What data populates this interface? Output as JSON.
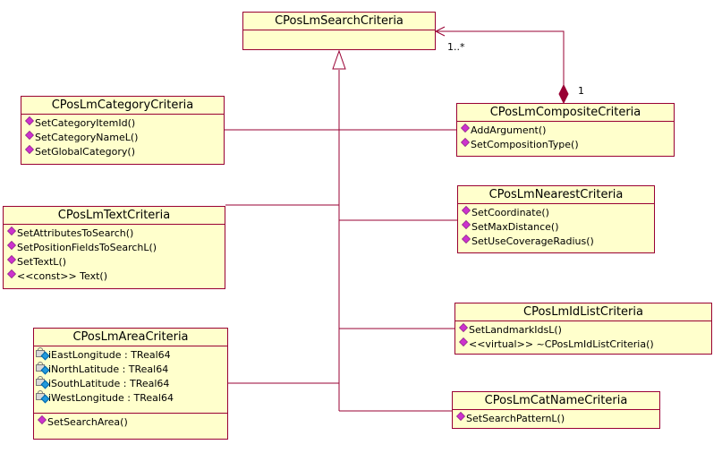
{
  "diagram": {
    "classes": [
      {
        "id": "search",
        "name": "CPosLmSearchCriteria",
        "sections": []
      },
      {
        "id": "category",
        "name": "CPosLmCategoryCriteria",
        "sections": [
          {
            "kind": "ops",
            "items": [
              "SetCategoryItemId()",
              "SetCategoryNameL()",
              "SetGlobalCategory()"
            ]
          }
        ]
      },
      {
        "id": "text",
        "name": "CPosLmTextCriteria",
        "sections": [
          {
            "kind": "ops",
            "items": [
              "SetAttributesToSearch()",
              "SetPositionFieldsToSearchL()",
              "SetTextL()",
              "<<const>> Text()"
            ]
          }
        ]
      },
      {
        "id": "area",
        "name": "CPosLmAreaCriteria",
        "sections": [
          {
            "kind": "attrs",
            "items": [
              "iEastLongitude : TReal64",
              "iNorthLatitude : TReal64",
              "iSouthLatitude : TReal64",
              "iWestLongitude : TReal64"
            ]
          },
          {
            "kind": "ops",
            "items": [
              "SetSearchArea()"
            ]
          }
        ]
      },
      {
        "id": "composite",
        "name": "CPosLmCompositeCriteria",
        "sections": [
          {
            "kind": "ops",
            "items": [
              "AddArgument()",
              "SetCompositionType()"
            ]
          }
        ]
      },
      {
        "id": "nearest",
        "name": "CPosLmNearestCriteria",
        "sections": [
          {
            "kind": "ops",
            "items": [
              "SetCoordinate()",
              "SetMaxDistance()",
              "SetUseCoverageRadius()"
            ]
          }
        ]
      },
      {
        "id": "idlist",
        "name": "CPosLmIdListCriteria",
        "sections": [
          {
            "kind": "ops",
            "items": [
              "SetLandmarkIdsL()",
              "<<virtual>> ~CPosLmIdListCriteria()"
            ]
          }
        ]
      },
      {
        "id": "catname",
        "name": "CPosLmCatNameCriteria",
        "sections": [
          {
            "kind": "ops",
            "items": [
              "SetSearchPatternL()"
            ]
          }
        ]
      }
    ],
    "relations": [
      {
        "type": "generalization",
        "from": "category",
        "to": "search"
      },
      {
        "type": "generalization",
        "from": "text",
        "to": "search"
      },
      {
        "type": "generalization",
        "from": "area",
        "to": "search"
      },
      {
        "type": "generalization",
        "from": "composite",
        "to": "search"
      },
      {
        "type": "generalization",
        "from": "nearest",
        "to": "search"
      },
      {
        "type": "generalization",
        "from": "idlist",
        "to": "search"
      },
      {
        "type": "generalization",
        "from": "catname",
        "to": "search"
      },
      {
        "type": "composition",
        "from": "composite",
        "to": "search",
        "whole_multiplicity": "1",
        "part_multiplicity": "1..*"
      }
    ],
    "colors": {
      "class_fill": "#ffffcc",
      "class_border": "#990033",
      "line": "#990033",
      "op_icon": "#cc33cc",
      "attr_icon": "#2299dd"
    }
  }
}
